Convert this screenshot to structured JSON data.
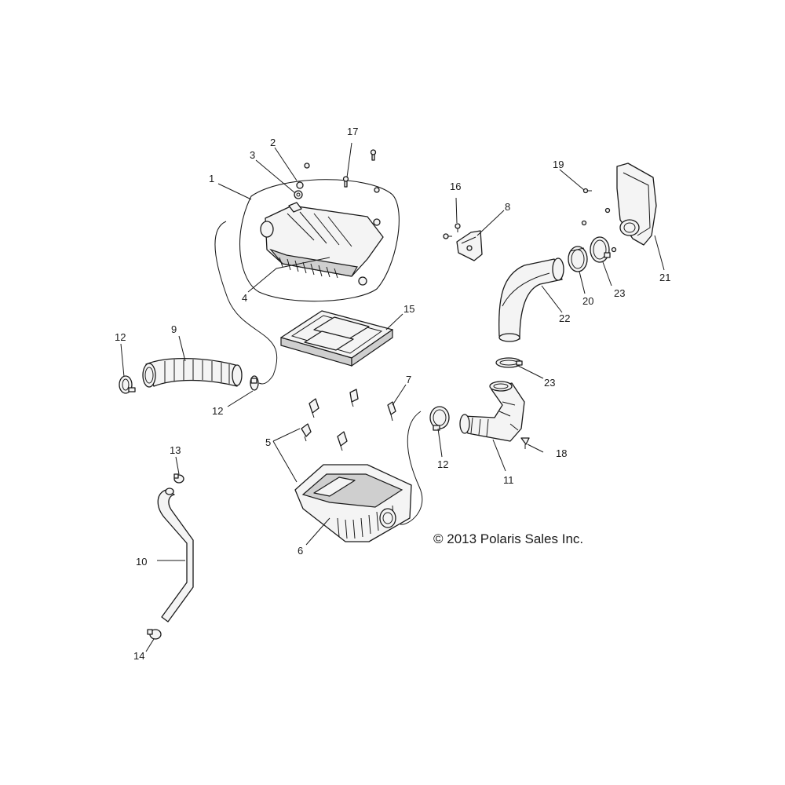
{
  "callouts": {
    "c1": "1",
    "c2": "2",
    "c3": "3",
    "c4": "4",
    "c5": "5",
    "c6": "6",
    "c7": "7",
    "c8": "8",
    "c9": "9",
    "c10": "10",
    "c11": "11",
    "c12a": "12",
    "c12b": "12",
    "c12c": "12",
    "c13": "13",
    "c14": "14",
    "c15": "15",
    "c16": "16",
    "c17": "17",
    "c18": "18",
    "c19": "19",
    "c20": "20",
    "c21": "21",
    "c22": "22",
    "c23a": "23",
    "c23b": "23"
  },
  "copyright": "© 2013 Polaris Sales Inc."
}
